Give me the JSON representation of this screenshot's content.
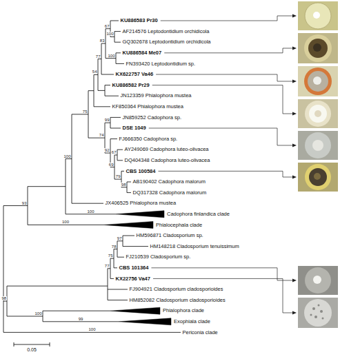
{
  "diagram": {
    "labels": [
      "KU886583 Pr30",
      "67",
      "AF214576 Leptodontidium orchidicola",
      "100",
      "GQ302678 Leptodontidium orchidicola",
      "83",
      "KU886584 Me07",
      "100",
      "FN393420 Leptodontidium sp.",
      "77",
      "KX622757 Va46",
      "54",
      "KU886582 Pr29",
      "JN123359 Phialophora mustea",
      "75",
      "KF850364 Phialophora mustea",
      "JN859252 Cadophora sp.",
      "99",
      "DSE 1049",
      "74",
      "FJ666350 Cadophora sp.",
      "92",
      "AY249069 Cadophora luteo-olivacea",
      "67",
      "DQ404348 Cadophora luteo-olivacea",
      "69",
      "CBS 100584",
      "79",
      "AB190402 Cadophora malorum",
      "98",
      "DQ317328 Cadophora malorum",
      "100",
      "93",
      "JX406525 Phialophora mustea",
      "100",
      "Cadophora finlandica clade",
      "100",
      "Phialocephala clade",
      "97",
      "HM596871 Cladosporium sp.",
      "HM148218 Cladosporium tenuissimum",
      "78",
      "FJ210539 Cladosporium sp.",
      "75",
      "CBS 101364",
      "77",
      "KX22756 Va47",
      "98",
      "FJ904921 Cladosporium cladosporioides",
      "HM852082 Cladosporium cladosporioides",
      "100",
      "Phialophora clade",
      "99",
      "Exophiala clade",
      "100",
      "Periconia clade",
      "0.05"
    ]
  }
}
